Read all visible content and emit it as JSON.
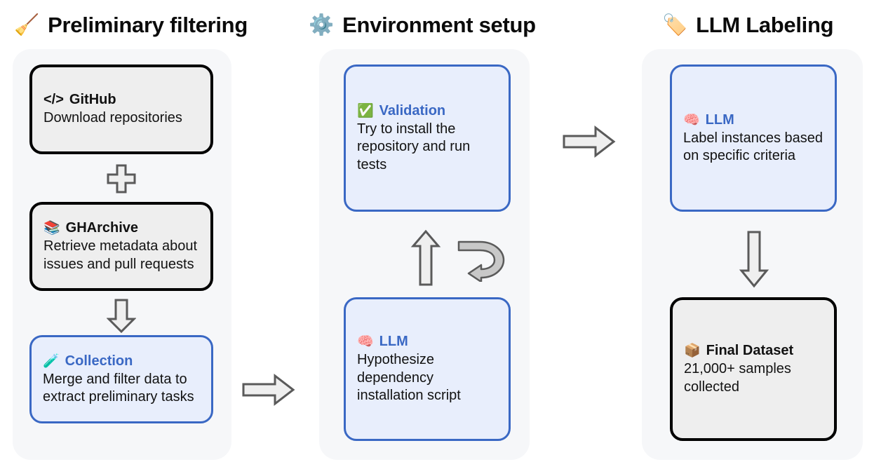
{
  "columns": [
    {
      "id": "preliminary-filtering",
      "emoji": "🧹",
      "emoji_name": "broom-icon",
      "title": "Preliminary filtering"
    },
    {
      "id": "environment-setup",
      "emoji": "⚙️",
      "emoji_name": "gear-icon",
      "title": "Environment setup"
    },
    {
      "id": "llm-labeling",
      "emoji": "🏷️",
      "emoji_name": "label-tag-icon",
      "title": "LLM Labeling"
    }
  ],
  "cards": {
    "github": {
      "mark": "</>",
      "title": "GitHub",
      "body": "Download repositories",
      "style": "dark"
    },
    "gharchive": {
      "emoji": "📚",
      "emoji_name": "books-icon",
      "title": "GHArchive",
      "body": "Retrieve metadata about issues and pull requests",
      "style": "dark"
    },
    "collection": {
      "emoji": "🧪",
      "emoji_name": "test-tube-icon",
      "title": "Collection",
      "body": "Merge and filter data to extract preliminary tasks",
      "style": "blue"
    },
    "validation": {
      "emoji": "✅",
      "emoji_name": "check-mark-button-icon",
      "title": "Validation",
      "body": "Try to install the repository and run tests",
      "style": "blue"
    },
    "llm_hypothesize": {
      "emoji": "🧠",
      "emoji_name": "brain-icon",
      "title": "LLM",
      "body": "Hypothesize dependency installation script",
      "style": "blue"
    },
    "llm_label": {
      "emoji": "🧠",
      "emoji_name": "brain-icon",
      "title": "LLM",
      "body": "Label instances based on specific criteria",
      "style": "blue"
    },
    "final_dataset": {
      "emoji": "📦",
      "emoji_name": "package-icon",
      "title": "Final Dataset",
      "body": "21,000+ samples collected",
      "style": "dark"
    }
  },
  "connectors": [
    {
      "id": "plus-github-gharchive",
      "kind": "plus"
    },
    {
      "id": "arrow-gharchive-to-collection",
      "kind": "arrow-down"
    },
    {
      "id": "arrow-collection-to-validation-column",
      "kind": "arrow-right"
    },
    {
      "id": "arrow-llm-to-validation",
      "kind": "arrow-up"
    },
    {
      "id": "arrow-validation-loop-back",
      "kind": "arrow-loop"
    },
    {
      "id": "arrow-validation-to-llm-label",
      "kind": "arrow-right"
    },
    {
      "id": "arrow-llm-label-to-final-dataset",
      "kind": "arrow-down"
    }
  ],
  "colors": {
    "page_background": "#ffffff",
    "panel_background": "#f6f7f9",
    "card_dark_fill": "#eeeeee",
    "card_dark_border": "#000000",
    "card_blue_fill": "#e8eefc",
    "card_blue_border": "#3a68c4",
    "title_blue": "#3a68c4",
    "arrow_fill": "#efefef",
    "arrow_stroke": "#5a5a5a",
    "loop_arrow_fill": "#c8c8c8",
    "text": "#121212"
  }
}
